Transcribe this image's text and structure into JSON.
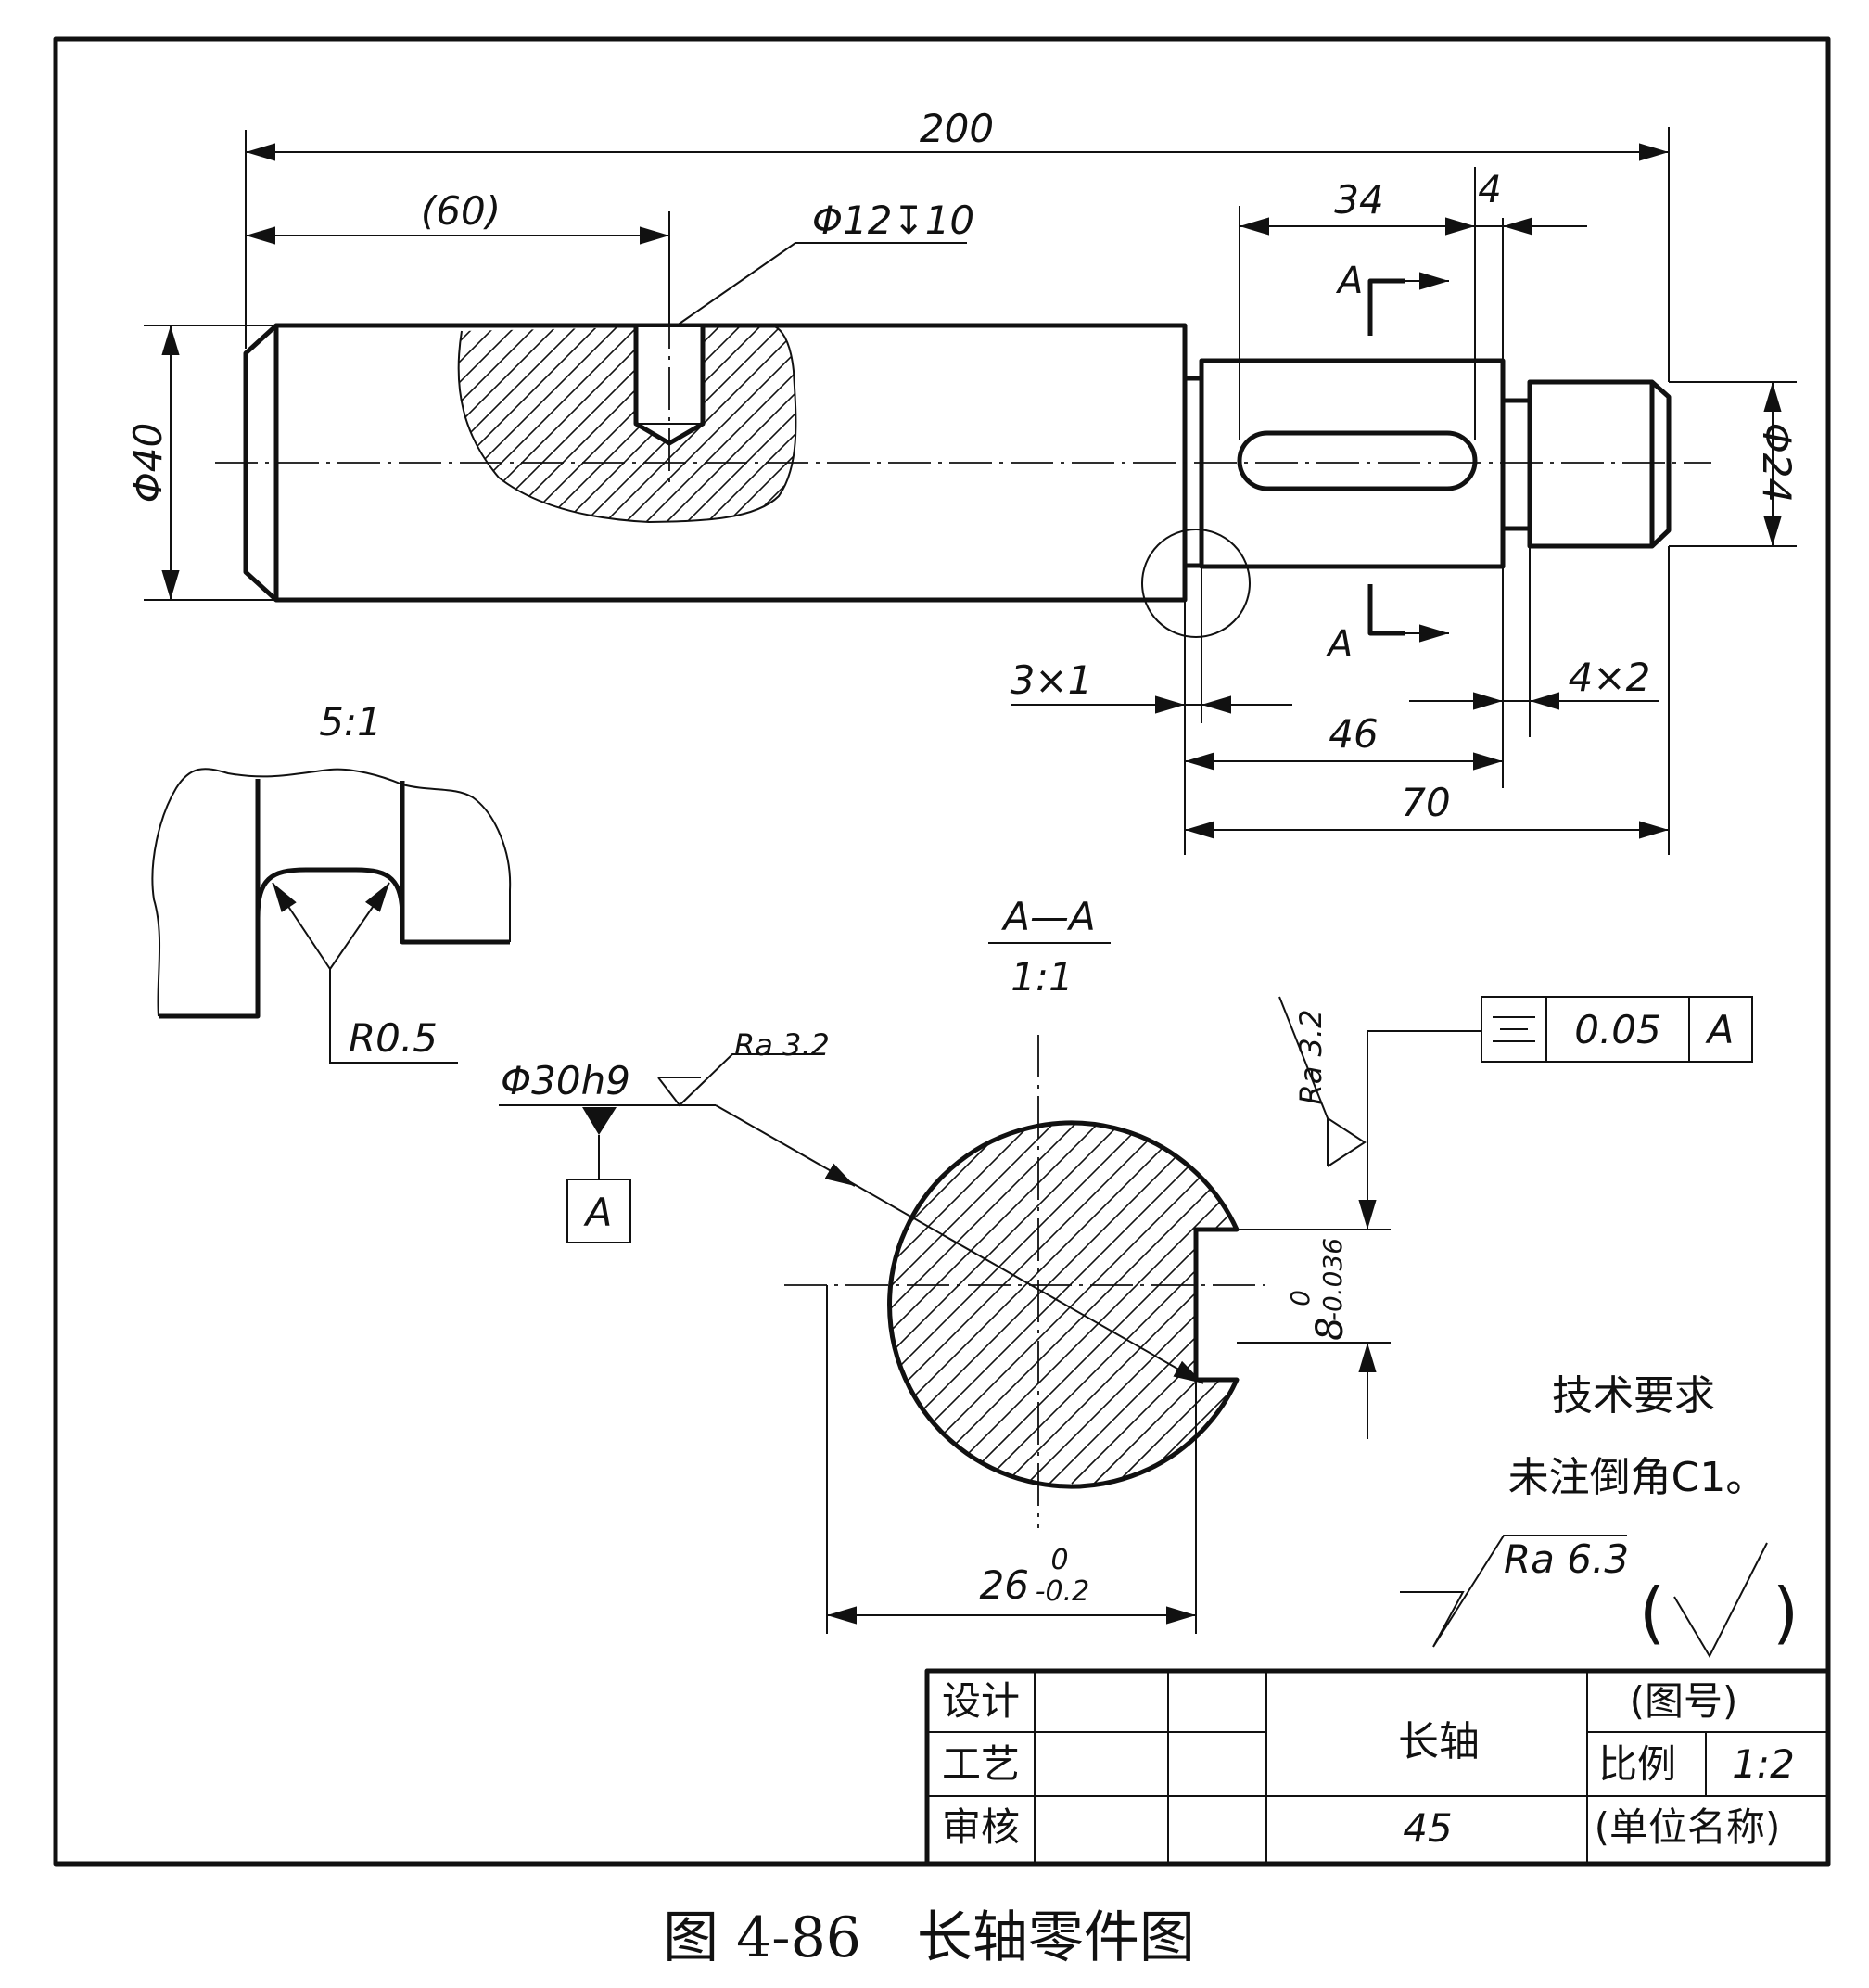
{
  "dimensions": {
    "overall_length": "200",
    "ref_length": "(60)",
    "hole_callout": "Φ12↧10",
    "dia_left": "Φ40",
    "dia_right": "Φ24",
    "keyway_length": "34",
    "keyway_offset": "4",
    "groove_left": "3×1",
    "groove_right": "4×2",
    "len_46": "46",
    "len_70": "70",
    "section_width": "26",
    "section_width_tol_upper": "0",
    "section_width_tol_lower": "-0.2",
    "key_width": "8",
    "key_width_tol_upper": "0",
    "key_width_tol_lower": "-0.036",
    "fit_dia": "Φ30h9",
    "radius": "R0.5"
  },
  "section_marks": {
    "cut_letter_top": "A",
    "cut_letter_bottom": "A",
    "section_title": "A—A",
    "section_scale": "1:1"
  },
  "detail": {
    "scale": "5:1"
  },
  "roughness": {
    "fit_surface": "Ra 3.2",
    "keyway": "Ra 3.2",
    "general": "Ra 6.3"
  },
  "tolerance_frame": {
    "symbol": "symmetry",
    "value": "0.05",
    "datum": "A"
  },
  "datum_label": "A",
  "notes": {
    "title": "技术要求",
    "line1": "未注倒角C1。"
  },
  "title_block": {
    "row_design": "设计",
    "row_process": "工艺",
    "row_review": "审核",
    "part_name": "长轴",
    "material": "45",
    "drawing_no": "(图号)",
    "scale_label": "比例",
    "scale_value": "1:2",
    "unit_name": "(单位名称)"
  },
  "caption": "图 4-86　长轴零件图"
}
